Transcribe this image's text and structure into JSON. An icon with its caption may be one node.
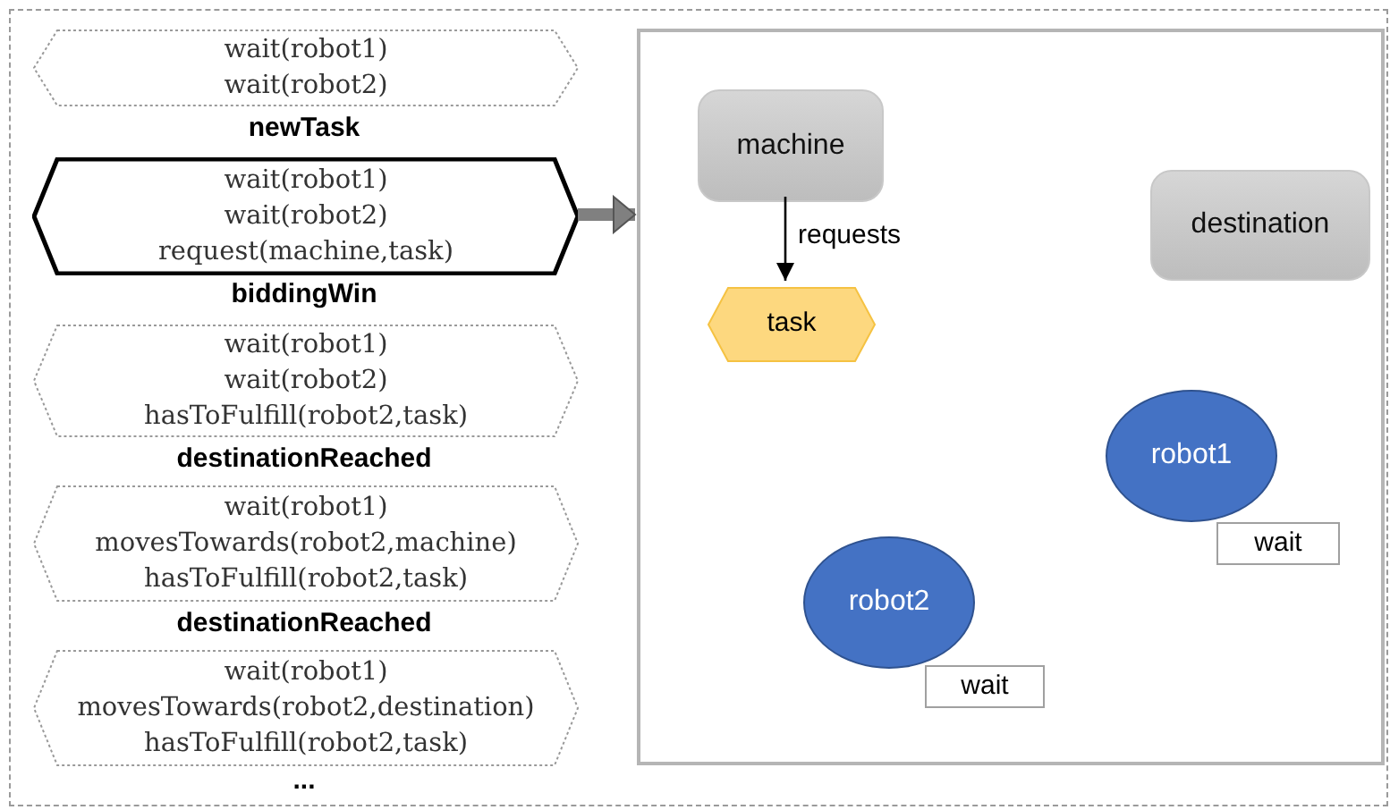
{
  "diagram": {
    "nodes": [
      {
        "text": [],
        "shape": "box"
      },
      {
        "text": [
          "wait(robot1)",
          "wait(robot2)"
        ],
        "in": 0
      },
      {
        "text": [
          "wait(robot1)",
          "wait(robot2)",
          "request(machine,task)"
        ],
        "in": 0
      },
      {
        "text": [
          "wait(robot1)",
          "wait(robot2)",
          "hasToFulfill(robot2,task)"
        ],
        "in": 0
      },
      {
        "text": [
          "wait(robot1)",
          "movesTowards(robot2,machine)",
          "hasToFulfill(robot2,task)"
        ],
        "in": 0
      },
      {
        "text": [
          "wait(robot1)",
          "movesTowards(robot2,destination)",
          "hasToFulfill(robot2,task)"
        ],
        "in": 0
      },
      {
        "text": [],
        "shape": "box",
        "in": 0
      },
      {
        "text": [
          "machine"
        ],
        "in": 6
      },
      {
        "text": [
          "destination"
        ],
        "in": 6
      },
      {
        "text": [
          "task"
        ],
        "in": 6
      },
      {
        "text": [
          "robot1"
        ],
        "in": 6
      },
      {
        "text": [
          "robot2"
        ],
        "in": 6
      },
      {
        "text": [
          "wait"
        ],
        "in": 6
      },
      {
        "text": [
          "wait"
        ],
        "in": 6
      }
    ],
    "edges": [
      {
        "from": 2,
        "to": 6,
        "arrow": "to",
        "style": "thick",
        "color": "#808080"
      },
      {
        "from": 7,
        "to": 9,
        "arrow": "to",
        "label": "requests",
        "color": "#000000"
      }
    ],
    "labels": [
      "newTask",
      "biddingWin",
      "destinationReached",
      "destinationReached",
      "..."
    ]
  }
}
